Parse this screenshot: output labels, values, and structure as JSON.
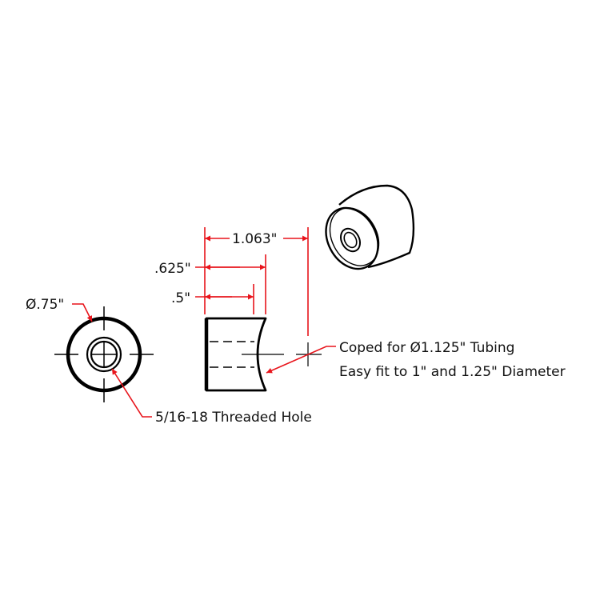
{
  "drawing": {
    "colors": {
      "dimension": "#e8141b",
      "object": "#000000",
      "background": "#ffffff"
    },
    "end_view": {
      "diameter_label": "Ø.75\"",
      "hole_label": "5/16-18 Threaded Hole"
    },
    "side_view": {
      "overall_length_label": "1.063\"",
      "cope_depth_label": ".625\"",
      "flat_length_label": ".5\"",
      "cope_note_line1": "Coped for Ø1.125\" Tubing",
      "cope_note_line2": "Easy fit to 1\" and 1.25\" Diameter"
    },
    "isometric_view": {
      "icon": "coped-bung-3d"
    }
  }
}
